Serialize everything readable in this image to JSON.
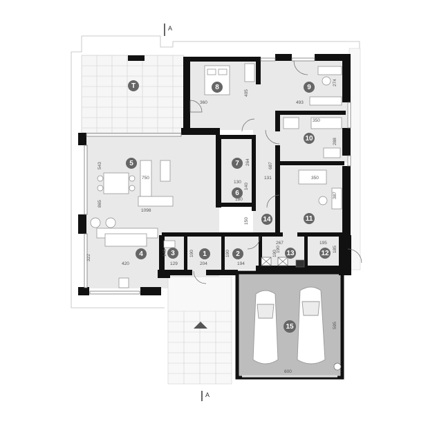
{
  "rooms": [
    {
      "num": "T"
    },
    {
      "num": "1"
    },
    {
      "num": "2"
    },
    {
      "num": "3"
    },
    {
      "num": "4"
    },
    {
      "num": "5"
    },
    {
      "num": "6"
    },
    {
      "num": "7"
    },
    {
      "num": "8"
    },
    {
      "num": "9"
    },
    {
      "num": "10"
    },
    {
      "num": "11"
    },
    {
      "num": "12"
    },
    {
      "num": "13"
    },
    {
      "num": "14"
    },
    {
      "num": "15"
    }
  ],
  "dimensions": [
    "360",
    "493",
    "405",
    "274",
    "350",
    "288",
    "687",
    "264",
    "131",
    "130",
    "180",
    "140",
    "543",
    "750",
    "1098",
    "865",
    "150",
    "350",
    "387",
    "267",
    "190",
    "195",
    "185",
    "322",
    "148",
    "129",
    "420",
    "190",
    "204",
    "190",
    "194",
    "190",
    "595",
    "600"
  ],
  "section_marker": "A",
  "colors": {
    "wall": "#111111",
    "floor": "#e6e6e6",
    "marker": "#666666",
    "terrace": "#f4f4f4"
  }
}
